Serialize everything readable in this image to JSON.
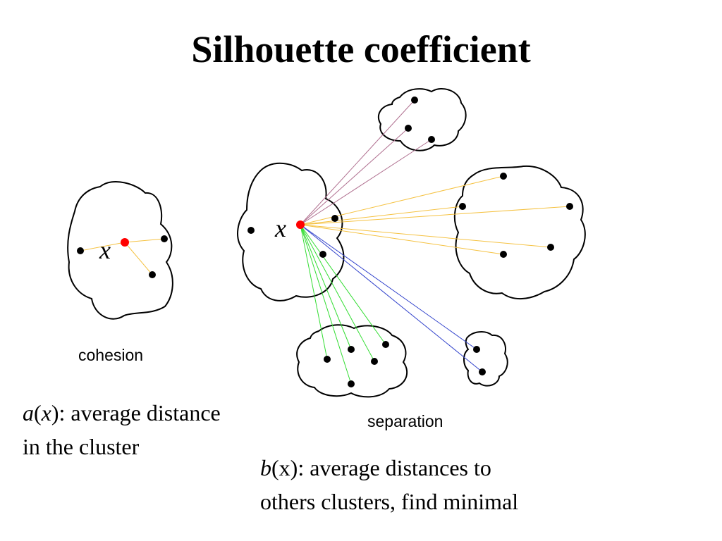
{
  "title": "Silhouette coefficient",
  "point_label": "x",
  "colors": {
    "highlight_point": "#ff0000",
    "points": "#000000",
    "cohesion_lines": "#f5c242",
    "separation_lines_top": "#b07090",
    "separation_lines_right": "#f5c242",
    "separation_lines_bottom": "#33dd33",
    "separation_lines_small": "#3344cc"
  },
  "captions": {
    "cohesion": "cohesion",
    "separation": "separation"
  },
  "a_def": {
    "symbol": "a",
    "open": "(",
    "var": "x",
    "rest": "): average distance",
    "line2": "in the cluster"
  },
  "b_def": {
    "symbol": "b",
    "rest": "(x): average distances to",
    "line2": "others clusters, find minimal"
  }
}
